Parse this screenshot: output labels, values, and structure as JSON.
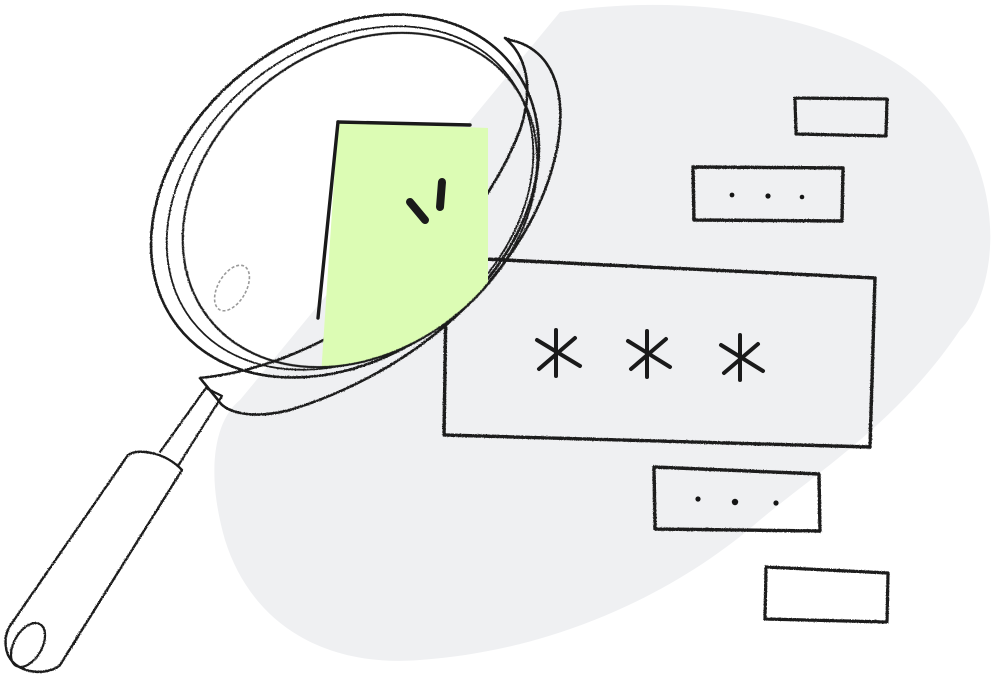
{
  "illustration": {
    "subject": "Magnifying glass inspecting password fields",
    "colors": {
      "background": "#ffffff",
      "blob": "#eff0f2",
      "accent_green": "#dcfcb4",
      "ink": "#1a1a1a",
      "box_fill": "#ffffff"
    },
    "password_field": {
      "mask": "* * *",
      "chars": [
        "*",
        "*",
        "*"
      ]
    },
    "input_boxes": [
      {
        "id": "top-right-empty",
        "content": ""
      },
      {
        "id": "upper-dots",
        "content": "• • •"
      },
      {
        "id": "lower-dots",
        "content": "• • •"
      },
      {
        "id": "bottom-right-empty",
        "content": ""
      }
    ],
    "magnified_field": {
      "visible_glyph": "partial asterisk"
    }
  }
}
